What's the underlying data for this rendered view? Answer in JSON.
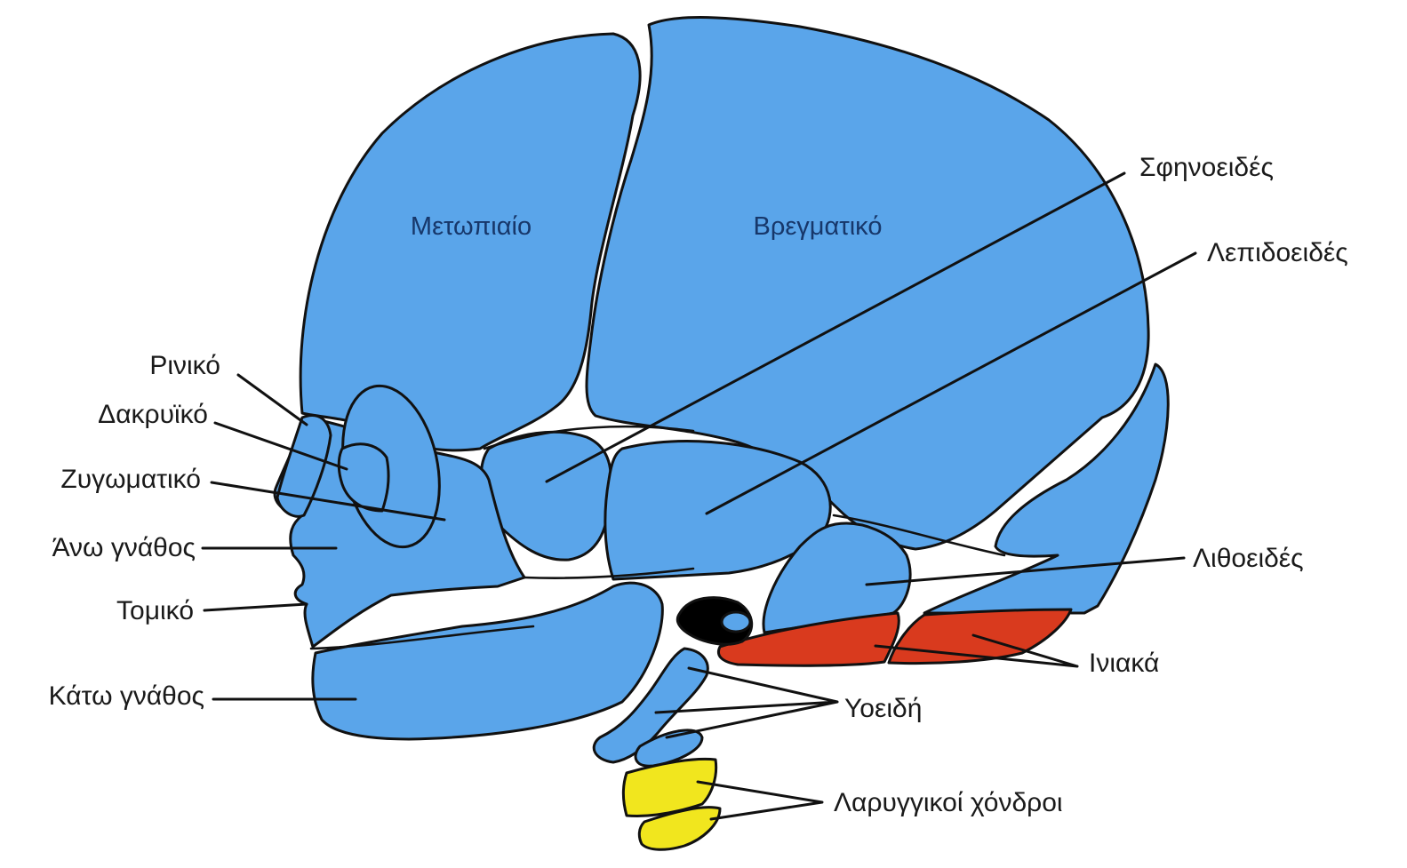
{
  "colors": {
    "bone": "#5aa5ea",
    "occipital": "#d93a1e",
    "cartilage": "#f1e61e",
    "foramen": "#000000",
    "outline": "#111111"
  },
  "regions": {
    "frontal": "Μετωπιαίο",
    "parietal": "Βρεγματικό"
  },
  "labels": {
    "nasal": "Ρινικό",
    "lacrimal": "Δακρυϊκό",
    "zygomatic": "Ζυγωματικό",
    "maxilla": "Άνω γνάθος",
    "incisive": "Τομικό",
    "mandible": "Κάτω γνάθος",
    "sphenoid": "Σφηνοειδές",
    "squamous": "Λεπιδοειδές",
    "petrous": "Λιθοειδές",
    "occipital": "Ινιακά",
    "hyoid": "Υοειδή",
    "laryngeal": "Λαρυγγικοί χόνδροι"
  }
}
